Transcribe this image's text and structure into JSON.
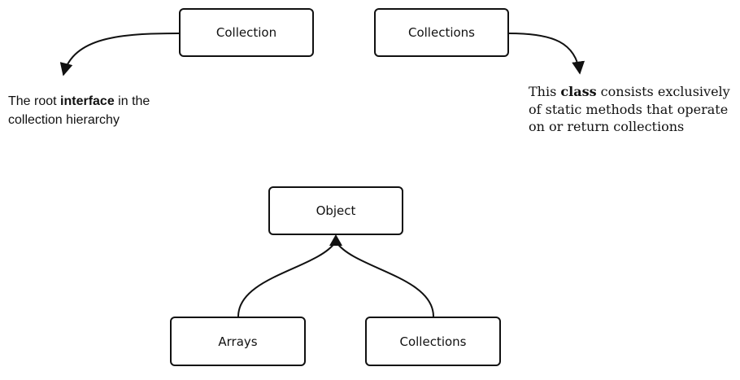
{
  "boxes": {
    "collection": "Collection",
    "collections_top": "Collections",
    "object": "Object",
    "arrays": "Arrays",
    "collections_bottom": "Collections"
  },
  "notes": {
    "collection_note": {
      "before": "The root ",
      "bold": "interface",
      "after": " in the collection hierarchy"
    },
    "collections_note": {
      "before": "This ",
      "bold": "class",
      "after": " consists exclusively of static methods that operate on or return collections"
    }
  },
  "colors": {
    "stroke": "#111111",
    "background": "#ffffff"
  }
}
